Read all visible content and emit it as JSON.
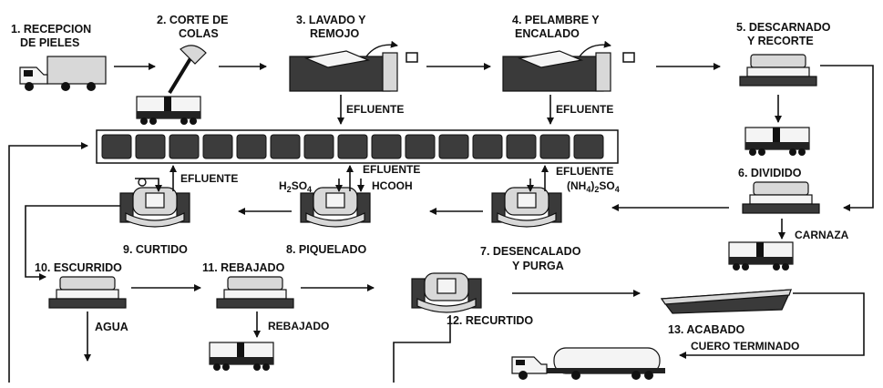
{
  "steps": {
    "s1": [
      "1. RECEPCION",
      "DE PIELES"
    ],
    "s2": [
      "2. CORTE DE",
      "COLAS"
    ],
    "s3": [
      "3. LAVADO Y",
      "REMOJO"
    ],
    "s4": [
      "4. PELAMBRE Y",
      "ENCALADO"
    ],
    "s5": [
      "5. DESCARNADO",
      "Y RECORTE"
    ],
    "s6": [
      "6. DIVIDIDO"
    ],
    "s7": [
      "7. DESENCALADO",
      "Y PURGA"
    ],
    "s8": [
      "8. PIQUELADO"
    ],
    "s9": [
      "9. CURTIDO"
    ],
    "s10": [
      "10. ESCURRIDO"
    ],
    "s11": [
      "11. REBAJADO"
    ],
    "s12": [
      "12. RECURTIDO"
    ],
    "s13": [
      "13. ACABADO"
    ]
  },
  "labels": {
    "efluente": "EFLUENTE",
    "carnaza": "CARNAZA",
    "agua": "AGUA",
    "rebajado_out": "REBAJADO",
    "cuero_terminado": "CUERO TERMINADO",
    "chem_h2so4": "H2SO4",
    "chem_hcooh": "HCOOH",
    "chem_nh4so4": "(NH4)2SO4"
  }
}
